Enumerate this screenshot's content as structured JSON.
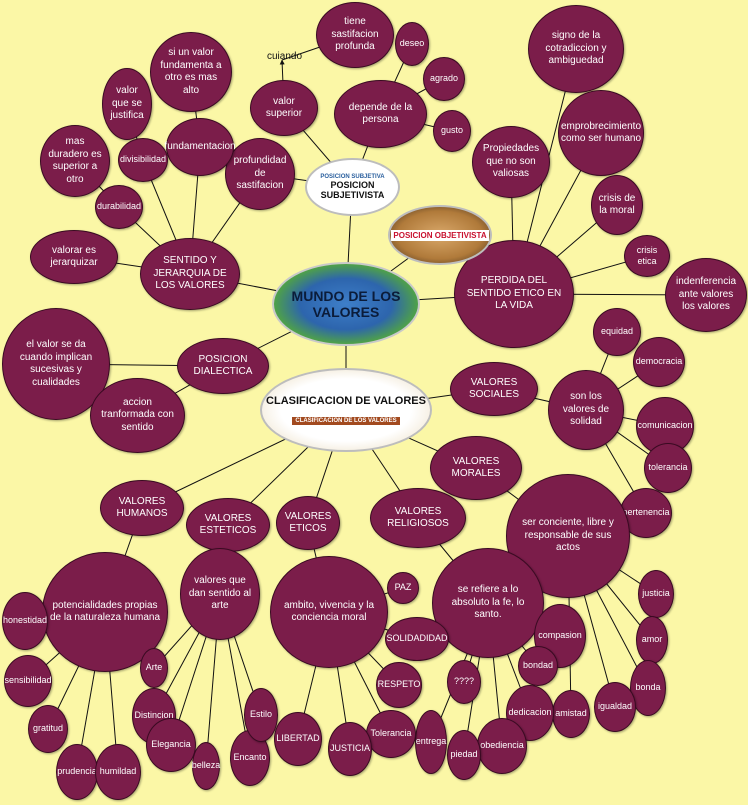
{
  "colors": {
    "background": "#fbf7a6",
    "node": "#7b1d4a",
    "node_border": "#3a0a22",
    "edge": "#111111",
    "accent_red": "#c8102e"
  },
  "center": {
    "title": "MUNDO DE LOS VALORES"
  },
  "clasificacion": {
    "title": "CLASIFICACION DE VALORES",
    "subtitle": "CLASIFICACION DE LOS VALORES"
  },
  "subjetiva": {
    "title": "POSICION SUBJETIVISTA",
    "subtitle": "POSICION SUBJETIVA"
  },
  "objetiva": {
    "title": "POSICION OBJETIVISTA"
  },
  "connector": "cuiando",
  "nodes": {
    "tiene_satisfaccion": "tiene sastifacion profunda",
    "deseo": "deseo",
    "agrado": "agrado",
    "gusto": "gusto",
    "depende_persona": "depende de la persona",
    "valor_superior": "valor superior",
    "profundidad": "profundidad de sastifacion",
    "fundamenta": "si un valor fundamenta a otro es mas alto",
    "fundamentacion": "fundamentacion",
    "se_justifica": "valor que se justifica",
    "divisibilidad": "divisibilidad",
    "mas_duradero": "mas duradero es superior a otro",
    "durabilidad": "durabilidad",
    "valorar_jerarquizar": "valorar es jerarquizar",
    "sentido_jerarquia": "SENTIDO Y JERARQUIA DE LOS VALORES",
    "valor_se_da": "el valor se da cuando implican sucesivas y cualidades",
    "posicion_dialectica": "POSICION DIALECTICA",
    "accion": "accion tranformada con sentido",
    "cotradiccion": "signo de la cotradiccion y ambiguedad",
    "propiedades": "Propiedades que no son valiosas",
    "empobrecimiento": "emprobrecimiento como ser humano",
    "crisis_moral": "crisis de la moral",
    "crisis_etica": "crisis etica",
    "perdida": "PERDIDA DEL SENTIDO ETICO EN LA VIDA",
    "indiferencia": "indenferencia ante valores los valores",
    "equidad": "equidad",
    "democracia": "democracia",
    "valores_sociales": "VALORES SOCIALES",
    "son_solidad": "son los valores de solidad",
    "comunicacion": "comunicacion",
    "tolerancia_soc": "tolerancia",
    "pertenencia": "pertenencia",
    "valores_morales": "VALORES MORALES",
    "conciente": "ser conciente, libre y responsable de sus actos",
    "justicia_m": "justicia",
    "amor": "amor",
    "bonda": "bonda",
    "igualdad": "igualdad",
    "amistad": "amistad",
    "valores_religiosos": "VALORES RELIGIOSOS",
    "absoluto": "se refiere a lo absoluto la fe, lo santo.",
    "compasion": "compasion",
    "bondad": "bondad",
    "dedicacion": "dedicacion",
    "obediencia": "obediencia",
    "piedad": "piedad",
    "entrega": "entrega",
    "interrogantes": "????",
    "valores_humanos": "VALORES HUMANOS",
    "potencialidades": "potencialidades propias de la naturaleza humana",
    "honestidad": "honestidad",
    "sensibilidad": "sensibilidad",
    "gratitud": "gratitud",
    "prudencia": "prudencia",
    "humildad": "humildad",
    "valores_esteticos": "VALORES ESTETICOS",
    "sentido_arte": "valores que dan sentido al arte",
    "arte": "Arte",
    "distincion": "Distincion",
    "elegancia": "Elegancia",
    "belleza": "belleza",
    "encanto": "Encanto",
    "estilo": "Estilo",
    "valores_eticos": "VALORES ETICOS",
    "ambito": "ambito, vivencia y la conciencia moral",
    "paz": "PAZ",
    "solidaridad": "SOLIDADIDAD",
    "respeto": "RESPETO",
    "tolerancia_e": "Tolerancia",
    "justicia_e": "JUSTICIA",
    "libertad": "LIBERTAD"
  }
}
